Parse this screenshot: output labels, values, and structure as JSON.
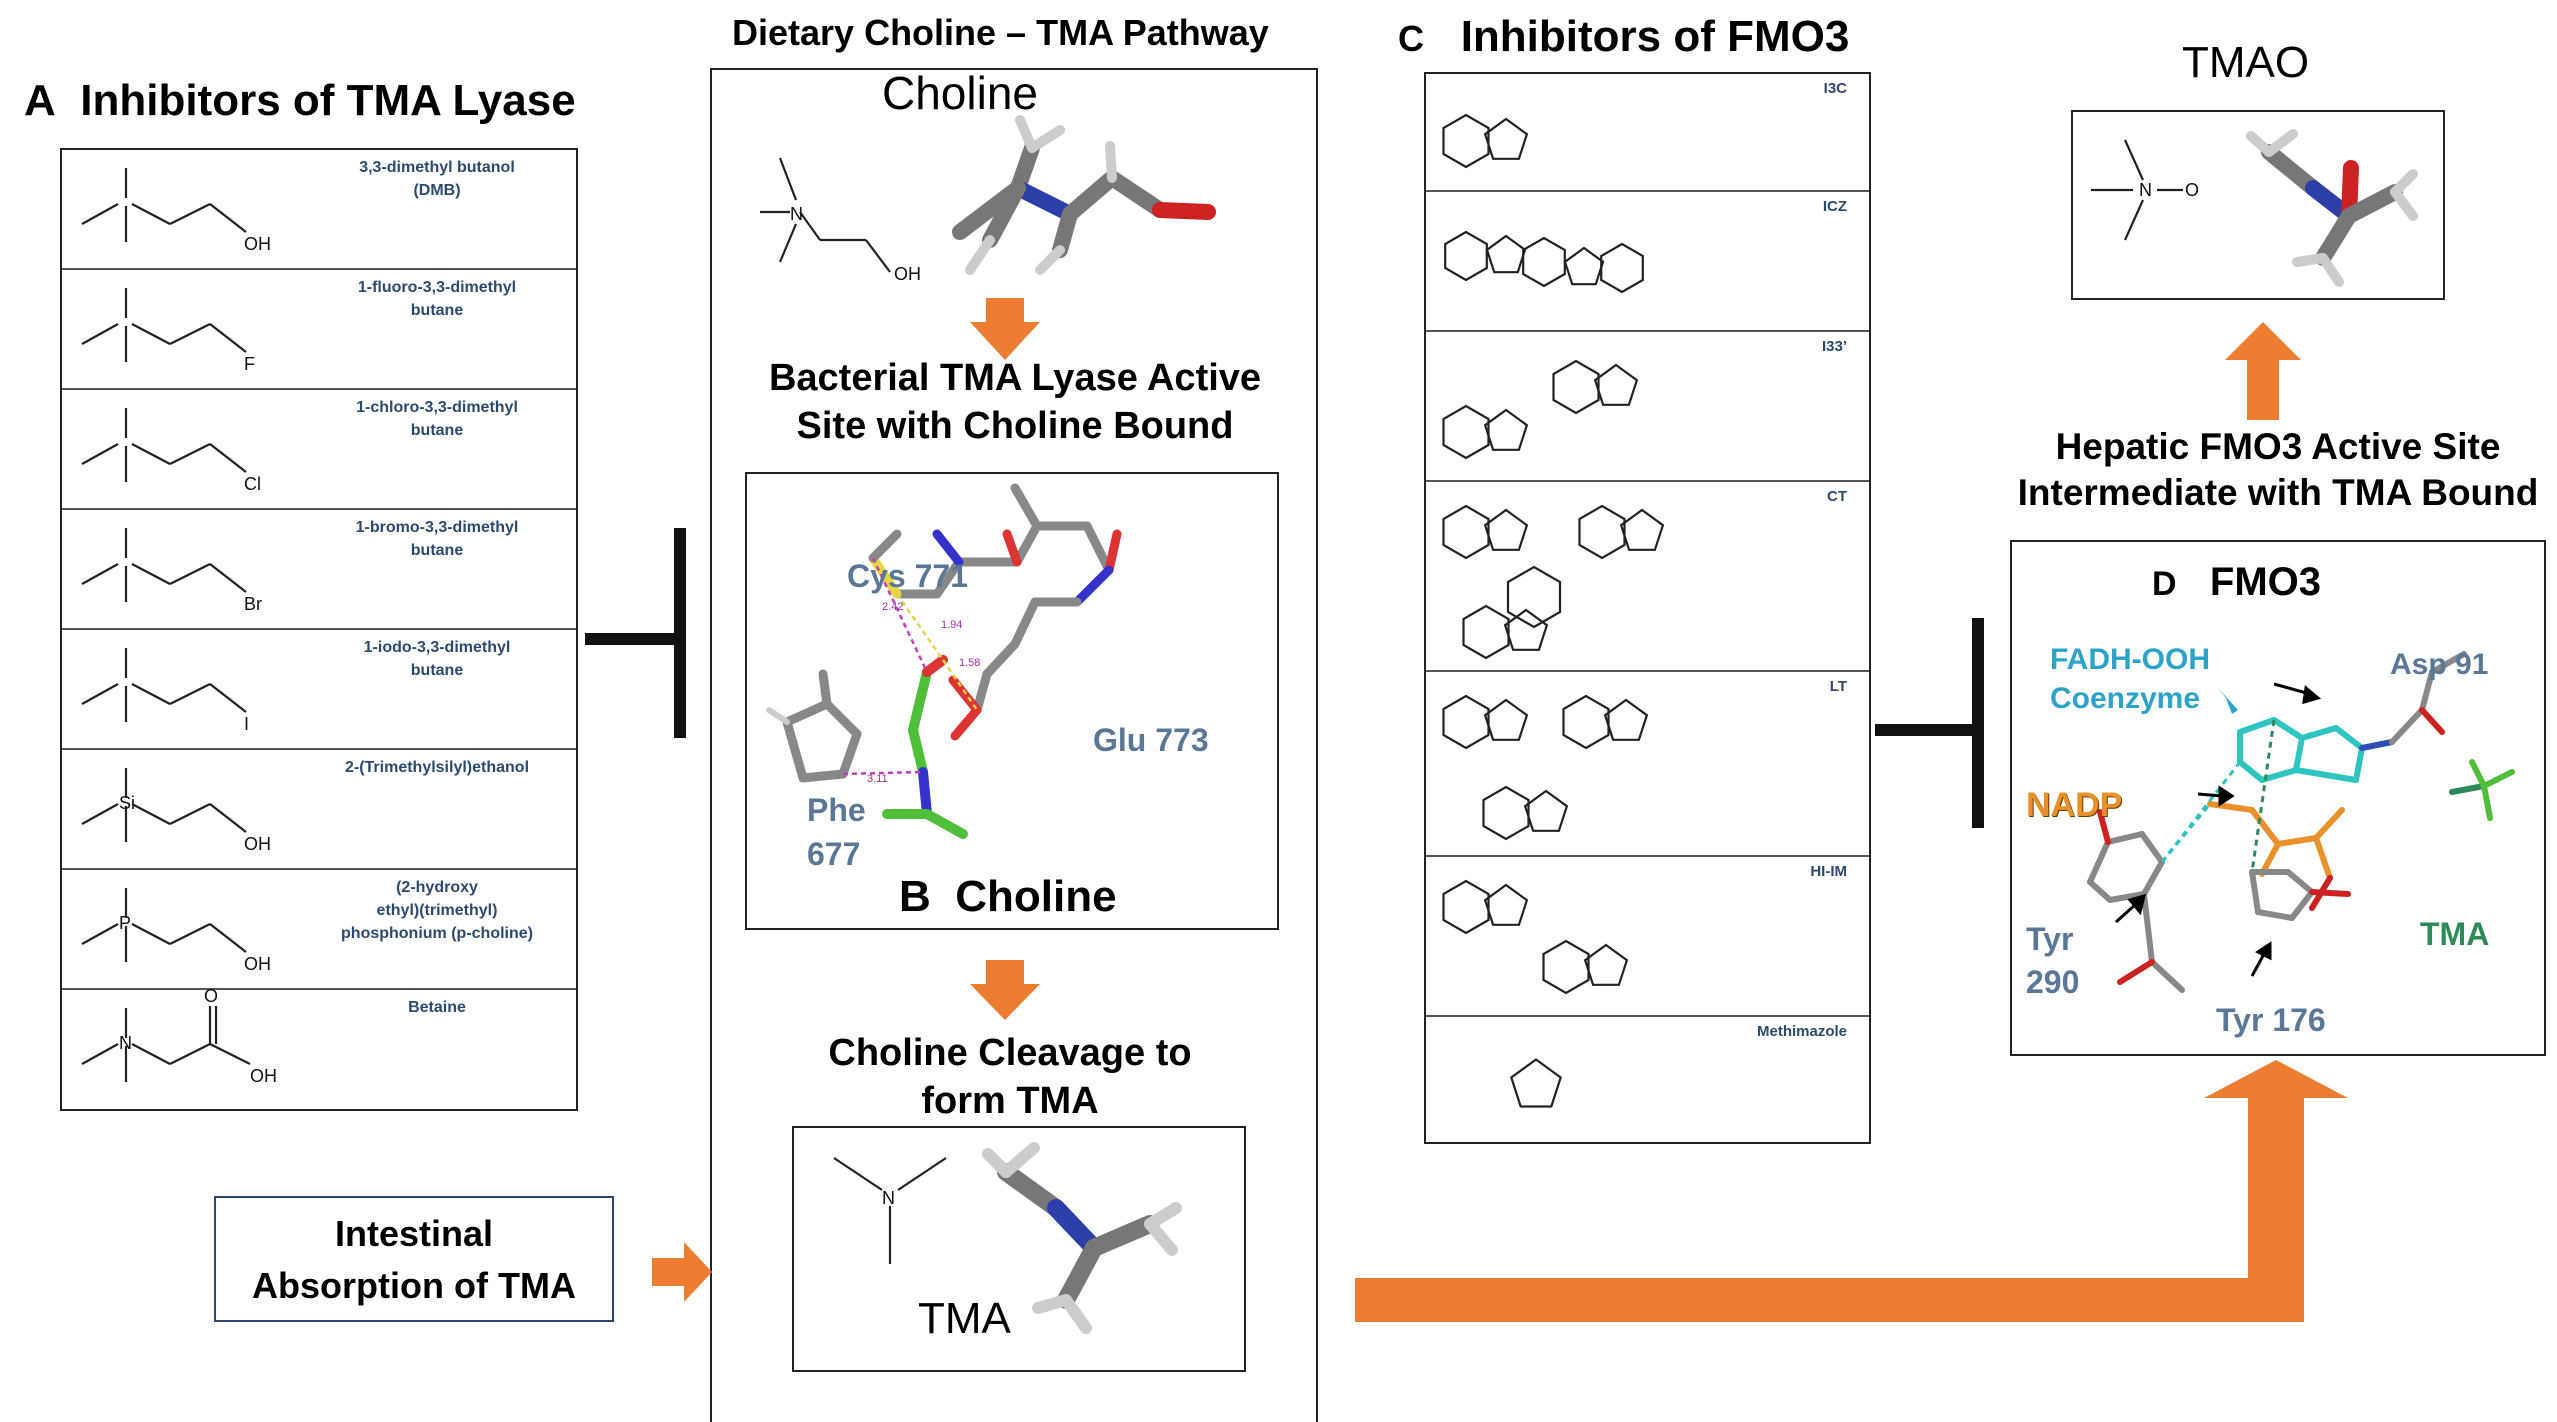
{
  "panel_a": {
    "letter": "A",
    "title": "Inhibitors of TMA Lyase",
    "items": [
      {
        "name": "3,3-dimethyl butanol (DMB)",
        "line1": "3,3-dimethyl butanol",
        "line2": "(DMB)",
        "end_group": "OH"
      },
      {
        "line1": "1-fluoro-3,3-dimethyl",
        "line2": "butane",
        "end_group": "F"
      },
      {
        "line1": "1-chloro-3,3-dimethyl",
        "line2": "butane",
        "end_group": "Cl"
      },
      {
        "line1": "1-bromo-3,3-dimethyl",
        "line2": "butane",
        "end_group": "Br"
      },
      {
        "line1": "1-iodo-3,3-dimethyl",
        "line2": "butane",
        "end_group": "I"
      },
      {
        "line1": "2-(Trimethylsilyl)ethanol",
        "line2": "",
        "end_group": "OH",
        "hetero": "Si"
      },
      {
        "line1": "(2-hydroxy",
        "line2": "ethyl)(trimethyl)",
        "line3": "phosphonium (p-choline)",
        "end_group": "OH",
        "hetero": "P"
      },
      {
        "line1": "Betaine",
        "line2": "",
        "end_group": "OH",
        "hetero": "N",
        "carbonyl": "O"
      }
    ]
  },
  "pathway": {
    "title": "Dietary Choline – TMA Pathway",
    "choline_label": "Choline",
    "lyase_label": "Bacterial TMA Lyase Active Site with Choline Bound",
    "lyase_line1": "Bacterial TMA Lyase Active",
    "lyase_line2": "Site with Choline Bound",
    "b_letter": "B",
    "b_title": "Choline",
    "residues": {
      "cys": "Cys 771",
      "glu": "Glu 773",
      "phe1": "Phe",
      "phe2": "677"
    },
    "distances": [
      "2.42",
      "1.94",
      "1.58",
      "3.11"
    ],
    "cleavage_line1": "Choline Cleavage to",
    "cleavage_line2": "form TMA",
    "tma_label": "TMA",
    "n_atom": "N",
    "oh_atom": "OH"
  },
  "intestinal": {
    "line1": "Intestinal",
    "line2": "Absorption  of TMA"
  },
  "panel_c": {
    "letter": "C",
    "title": "Inhibitors of FMO3",
    "items": [
      "I3C",
      "ICZ",
      "I33’",
      "CT",
      "LT",
      "HI-IM",
      "Methimazole"
    ]
  },
  "tmao": {
    "label": "TMAO",
    "n_atom": "N",
    "o_atom": "O"
  },
  "hepatic": {
    "line1": "Hepatic FMO3 Active Site",
    "line2": "Intermediate with TMA Bound"
  },
  "panel_d": {
    "letter": "D",
    "title": "FMO3",
    "fadh_line1": "FADH-OOH",
    "fadh_line2": "Coenzyme",
    "asp": "Asp 91",
    "nadp": "NADP",
    "tma": "TMA",
    "tyr290_line1": "Tyr",
    "tyr290_line2": "290",
    "tyr176": "Tyr 176"
  },
  "colors": {
    "arrow_orange": "#ed7d31",
    "label_blue": "#2b4a6e",
    "residue_blue": "#5a7896",
    "fadh_cyan": "#2ea3c9",
    "nadp_orange": "#e8912a",
    "tma_green": "#2f8a5a"
  }
}
